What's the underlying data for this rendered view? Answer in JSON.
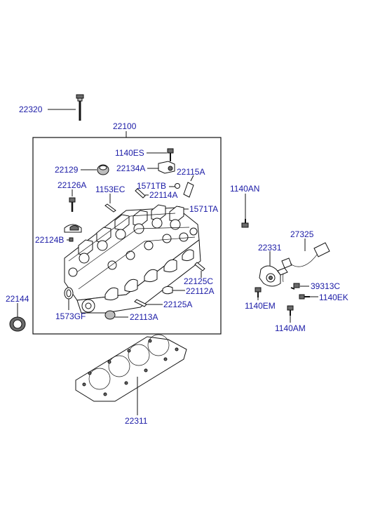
{
  "labels": {
    "p22320": "22320",
    "p22100": "22100",
    "p1140ES": "1140ES",
    "p22129": "22129",
    "p22134A": "22134A",
    "p22115A": "22115A",
    "p22126A": "22126A",
    "p1153EC": "1153EC",
    "p1571TB": "1571TB",
    "p22114A": "22114A",
    "p1571TA": "1571TA",
    "p1140AN": "1140AN",
    "p22124B": "22124B",
    "p27325": "27325",
    "p22331": "22331",
    "p22144": "22144",
    "p22125C": "22125C",
    "p22112A": "22112A",
    "p22125A": "22125A",
    "p1573GF": "1573GF",
    "p22113A": "22113A",
    "p39313C": "39313C",
    "p1140EK": "1140EK",
    "p1140EM": "1140EM",
    "p1140AM": "1140AM",
    "p22311": "22311"
  },
  "colors": {
    "label_text": "#1a1aa6",
    "line": "#111111",
    "background": "#ffffff"
  }
}
